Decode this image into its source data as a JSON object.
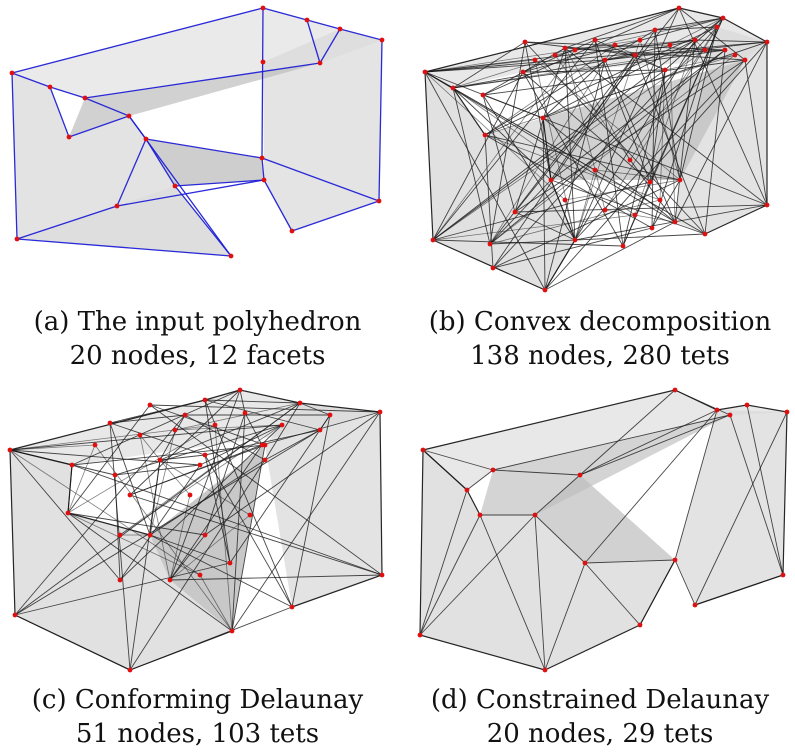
{
  "figure": {
    "colors": {
      "face_fill": "#d9d9d9",
      "face_dark": "#bdbdbd",
      "edge_input": "#1f1fd6",
      "edge_mesh": "#1a1a1a",
      "node": "#e01010"
    },
    "panels": [
      {
        "id": "a",
        "style": "input",
        "caption": "(a) The input polyhedron",
        "stats": "20 nodes, 12 facets"
      },
      {
        "id": "b",
        "style": "decomposition",
        "caption": "(b) Convex decomposition",
        "stats": "138 nodes, 280 tets"
      },
      {
        "id": "c",
        "style": "conforming",
        "caption": "(c) Conforming Delaunay",
        "stats": "51 nodes, 103 tets"
      },
      {
        "id": "d",
        "style": "constrained",
        "caption": "(d) Constrained Delaunay",
        "stats": "20 nodes, 29 tets"
      }
    ]
  }
}
